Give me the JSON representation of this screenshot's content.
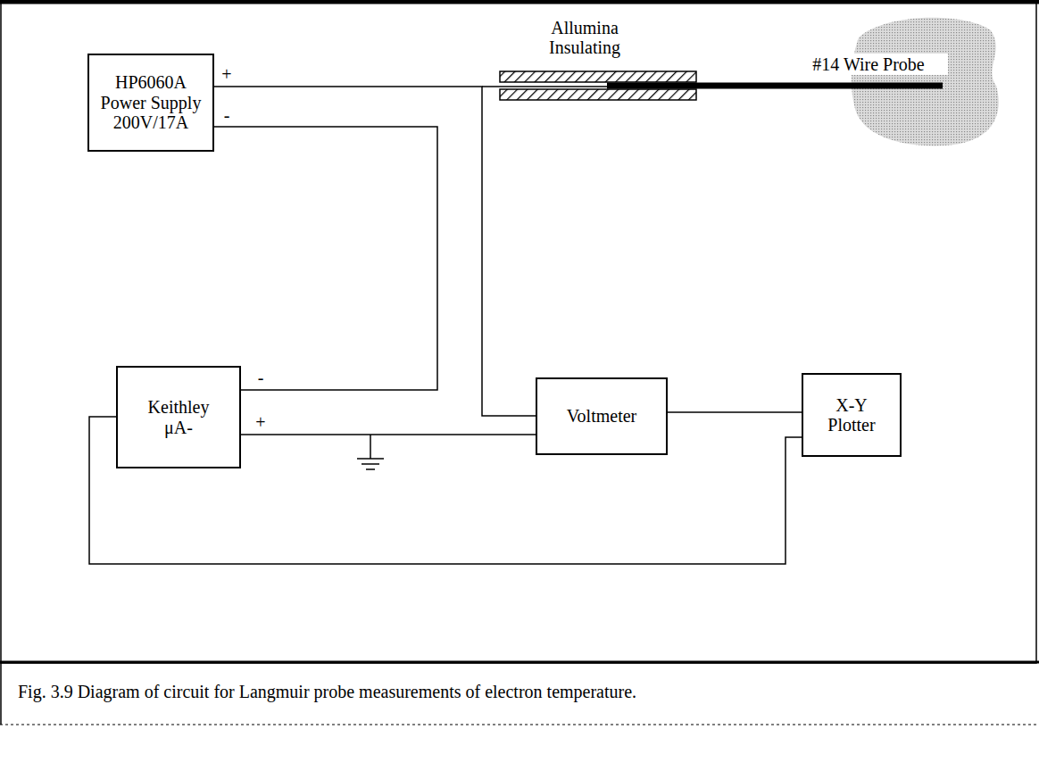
{
  "diagram": {
    "caption": "Fig. 3.9 Diagram of circuit for Langmuir probe measurements of electron temperature.",
    "nodes": [
      {
        "text": [
          "HP6060A Power Supply 200V/17A"
        ]
      },
      {
        "text": [
          "Keithley μA-"
        ]
      },
      {
        "text": [
          "Voltmeter"
        ]
      },
      {
        "text": [
          "X-Y Plotter"
        ]
      }
    ],
    "edges": [
      {
        "from": 0,
        "to": 2,
        "arrow": "none"
      },
      {
        "from": 0,
        "to": 1,
        "arrow": "none"
      },
      {
        "from": 1,
        "to": 2,
        "arrow": "none"
      },
      {
        "from": 2,
        "to": 3,
        "arrow": "none"
      },
      {
        "from": 1,
        "to": 3,
        "arrow": "none"
      }
    ],
    "labels": [
      "+",
      "-",
      "-",
      "+",
      "Allumina Insulating",
      "#14 Wire Probe"
    ]
  }
}
